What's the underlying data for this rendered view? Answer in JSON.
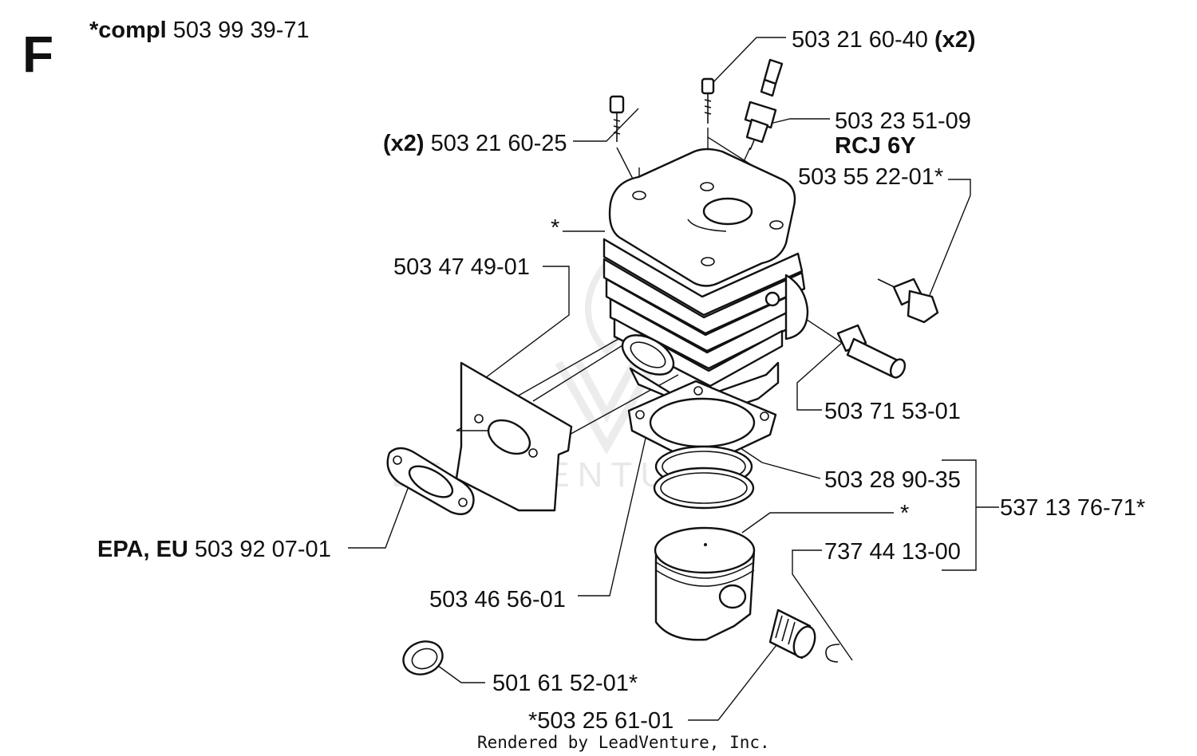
{
  "section_letter": "F",
  "header": {
    "prefix": "*compl",
    "number": "503 99 39-71"
  },
  "watermark": "LEADVENTURE",
  "labels": {
    "screw_top": {
      "number": "503 21 60-40",
      "qty": "(x2)"
    },
    "screw_left": {
      "qty": "(x2)",
      "number": "503 21 60-25"
    },
    "spark_plug": {
      "number": "503 23 51-09",
      "type": "RCJ 6Y"
    },
    "decomp_valve": "503 55 22-01*",
    "cylinder_star": "*",
    "heat_shield": "503 47 49-01",
    "nipple": "503 71 53-01",
    "rings": "503 28 90-35",
    "piston_star": "*",
    "kit": "537 13 76-71*",
    "pin": "737 44 13-00",
    "muffler_gasket": {
      "prefix": "EPA, EU",
      "number": "503 92 07-01"
    },
    "base_gasket": "503 46 56-01",
    "plug_cap": "501 61 52-01*",
    "bearing": "*503 25 61-01"
  },
  "footer": "Rendered by LeadVenture, Inc."
}
